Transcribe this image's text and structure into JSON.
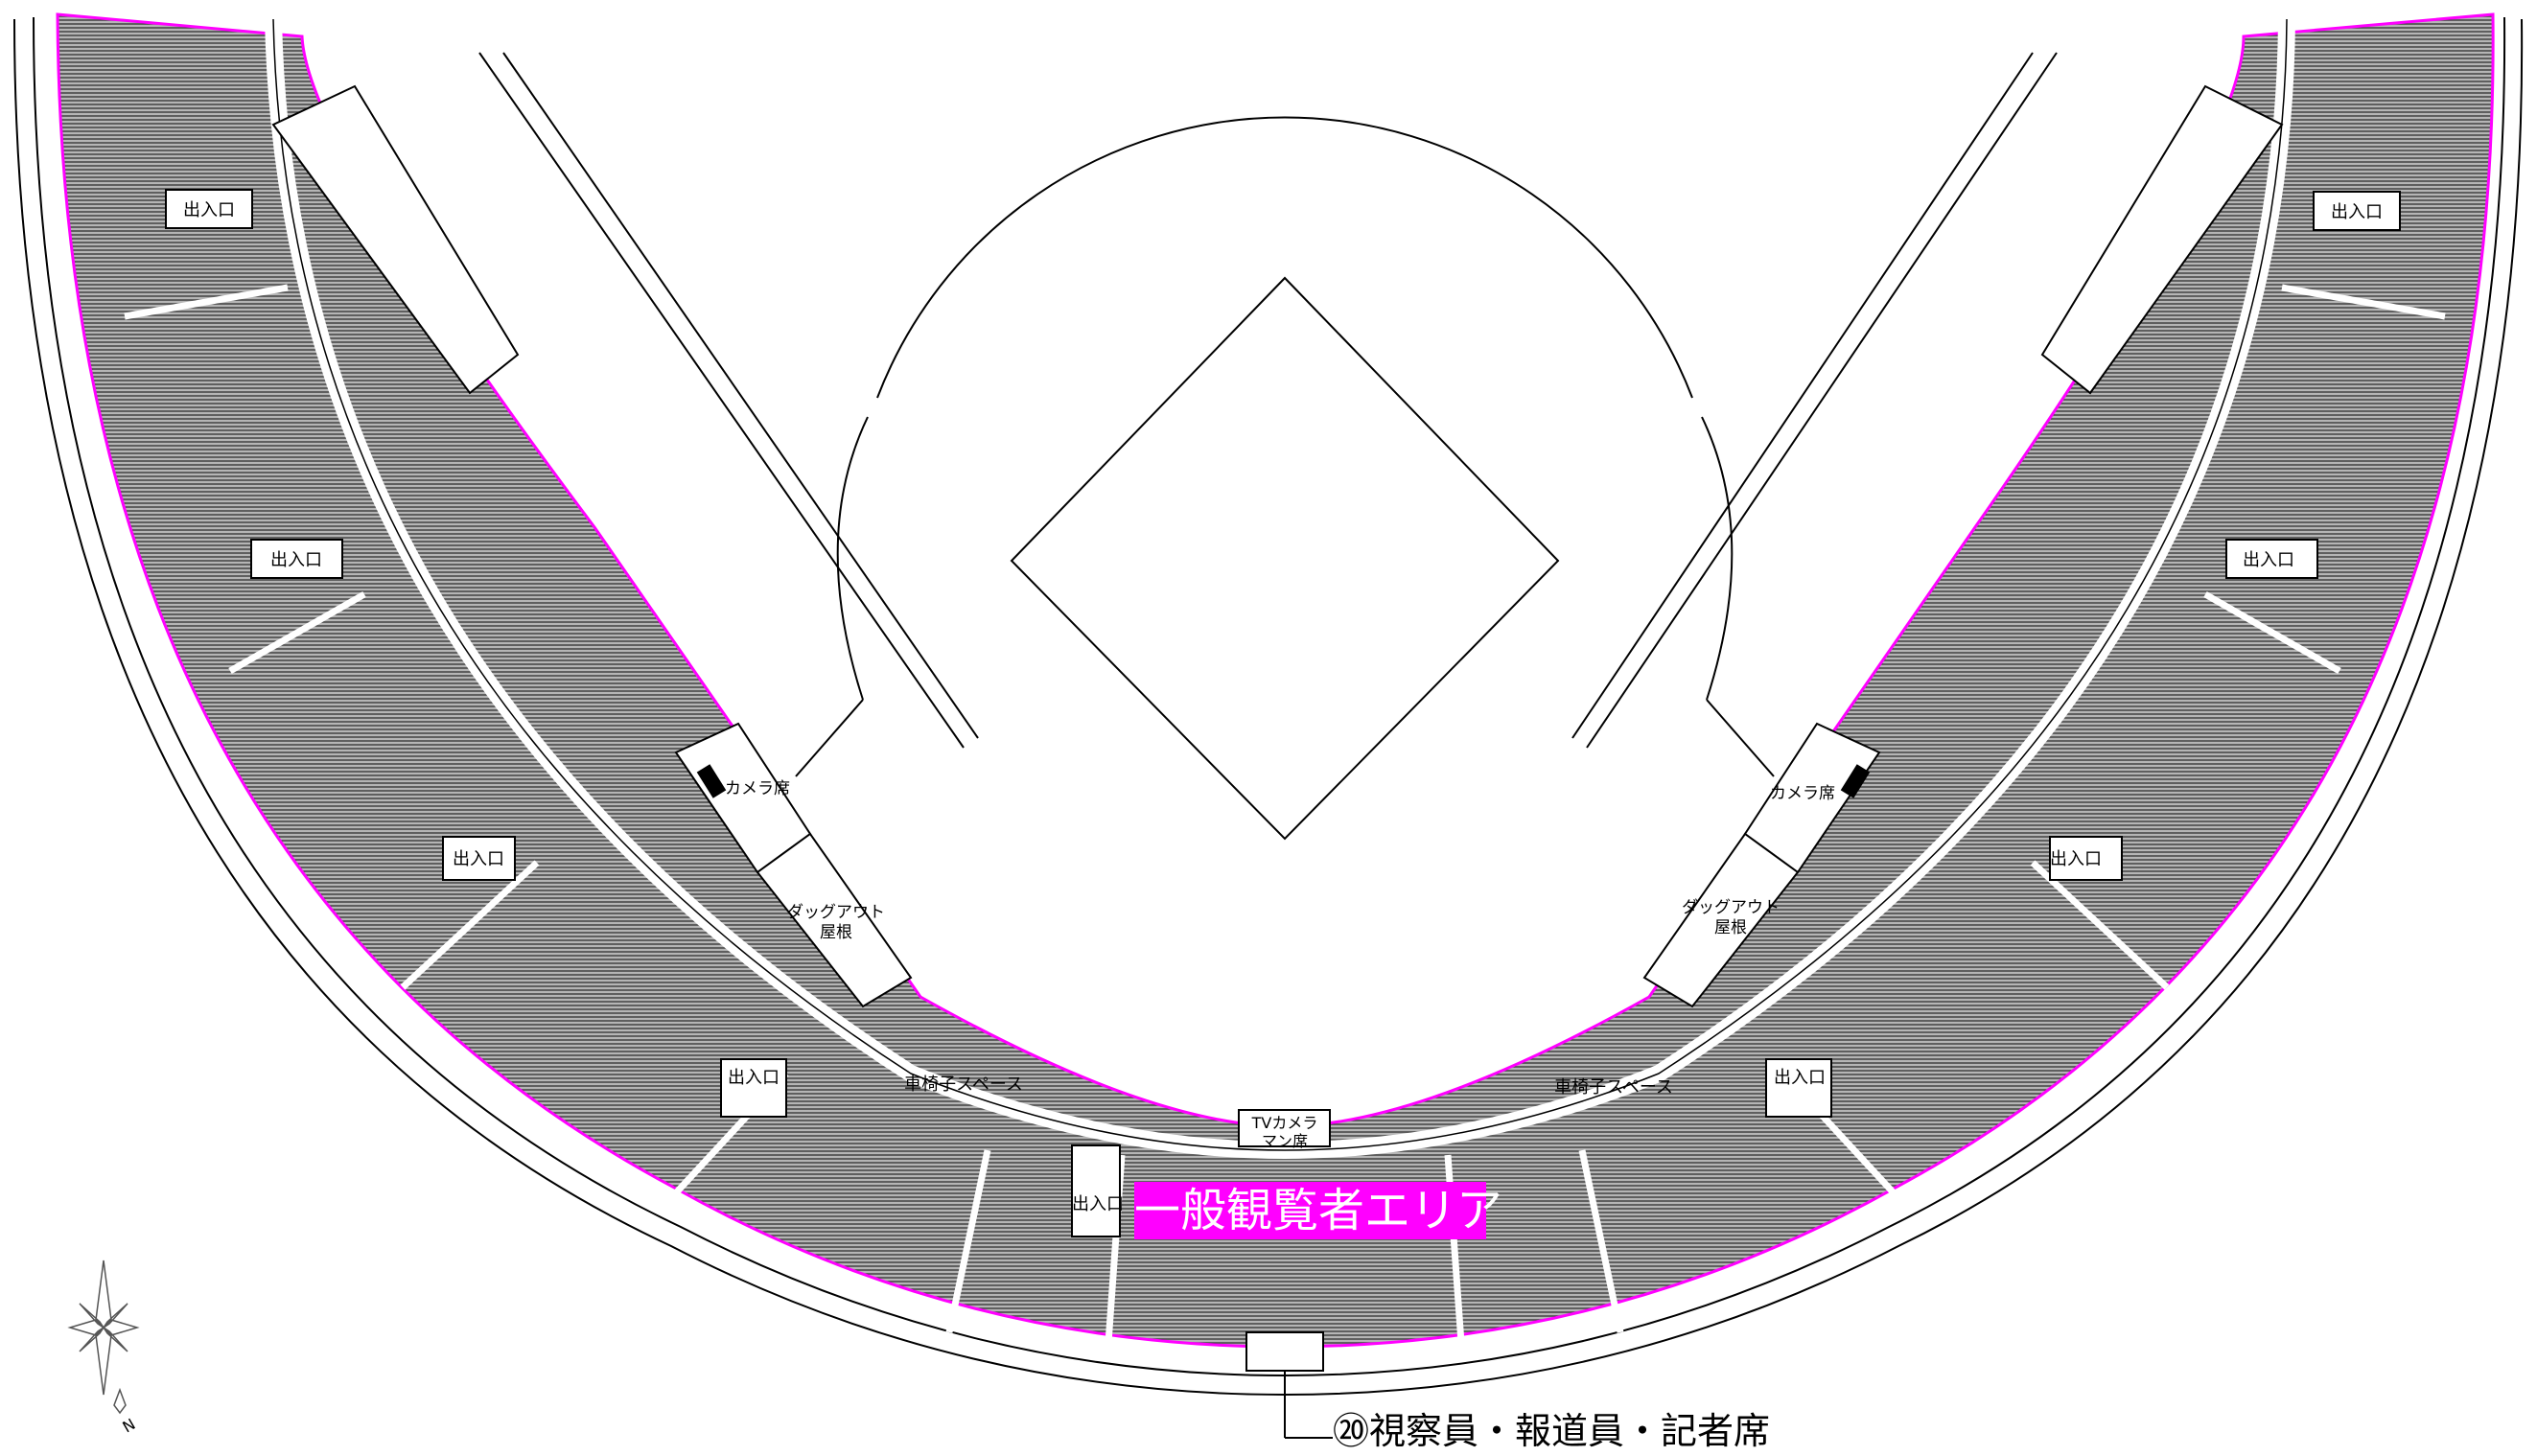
{
  "map": {
    "colors": {
      "seat_fill": "#909090",
      "seat_rows": "#303030",
      "outline": "#000000",
      "highlight": "#ff00ff",
      "background": "#ffffff"
    },
    "labels": {
      "entrance": "出入口",
      "camera_seat": "カメラ席",
      "dugout_roof_line1": "ダッグアウト",
      "dugout_roof_line2": "屋根",
      "wheelchair_space": "車椅子スペース",
      "tv_camera_line1": "TVカメラ",
      "tv_camera_line2": "マン席",
      "general_area": "一般観覧者エリア",
      "press_seats": "⑳視察員・報道員・記者席",
      "compass_north": "N"
    },
    "icons": {
      "compass": "compass-rose-icon",
      "north_arrow": "north-arrow-icon"
    }
  }
}
